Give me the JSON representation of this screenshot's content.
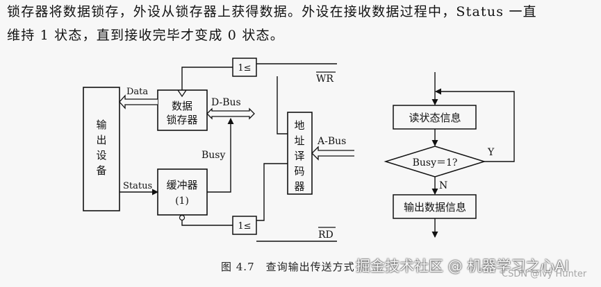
{
  "paragraph": {
    "line1": "锁存器将数据锁存，外设从锁存器上获得数据。外设在接收数据过程中，Status 一直",
    "line2": "维持 1 状态，直到接收完毕才变成 0 状态。"
  },
  "diagram": {
    "output_device": [
      "输",
      "出",
      "设",
      "备"
    ],
    "latch": [
      "数据",
      "锁存器"
    ],
    "buffer": [
      "缓冲器",
      "(1)"
    ],
    "decoder": [
      "地",
      "址",
      "译",
      "码",
      "器"
    ],
    "gate_label": "1≤",
    "data": "Data",
    "dbus": "D-Bus",
    "busy": "Busy",
    "status": "Status",
    "abus": "A-Bus",
    "wr": "WR",
    "rd": "RD"
  },
  "flowchart": {
    "read_status": "读状态信息",
    "decision": "Busy＝1?",
    "yes": "Y",
    "no": "N",
    "output_data": "输出数据信息"
  },
  "caption": "图 4.7　查询输出传送方式",
  "watermark": {
    "main": "掘金技术社区 @ 机器学习之心AI",
    "sub": "CSDN @Ivy Hunter"
  }
}
